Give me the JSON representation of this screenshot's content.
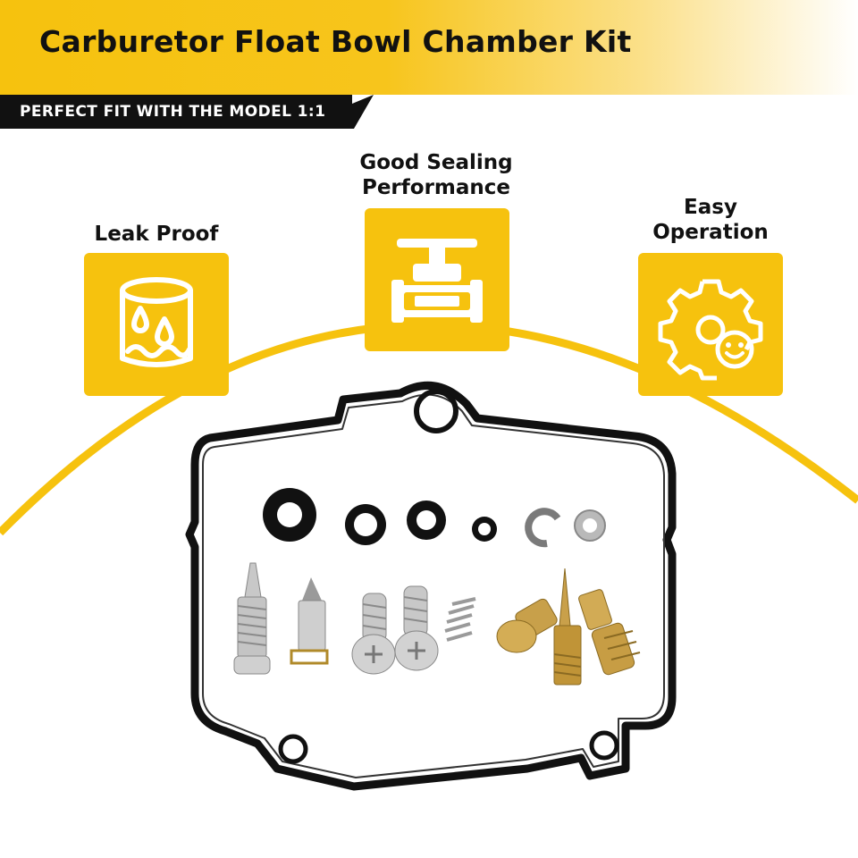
{
  "header": {
    "title": "Carburetor Float Bowl Chamber Kit",
    "ribbon": "PERFECT FIT WITH THE MODEL 1:1"
  },
  "features": [
    {
      "label": "Leak Proof",
      "icon": "leak-proof-icon"
    },
    {
      "label_line1": "Good Sealing",
      "label_line2": "Performance",
      "icon": "valve-icon"
    },
    {
      "label_line1": "Easy",
      "label_line2": "Operation",
      "icon": "gear-smile-icon"
    }
  ],
  "colors": {
    "accent": "#f6c20e",
    "text": "#111111",
    "ribbon": "#111111"
  }
}
